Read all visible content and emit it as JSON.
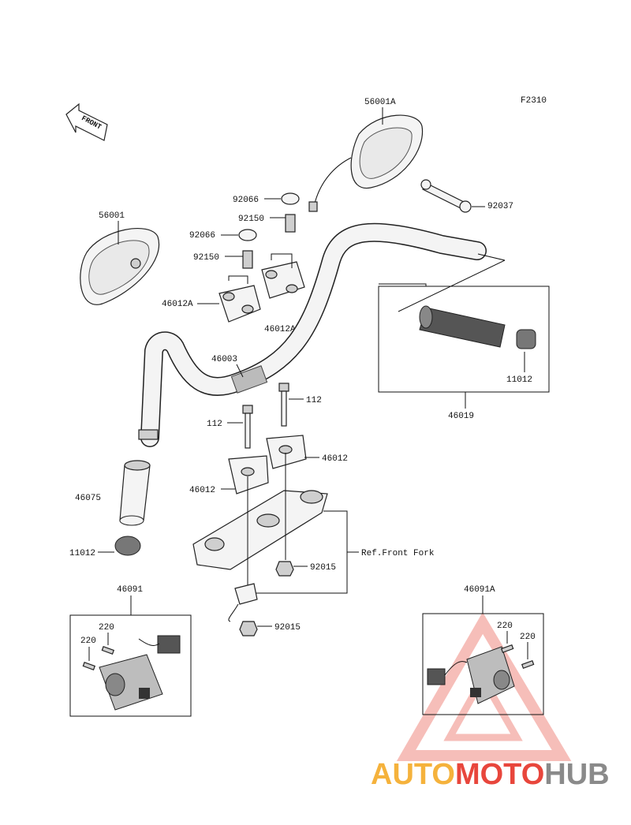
{
  "figure_code": "F2310",
  "front_arrow": "FRONT",
  "labels": {
    "p56001A": "56001A",
    "p56001": "56001",
    "p92066_a": "92066",
    "p92150_a": "92150",
    "p92066_b": "92066",
    "p92150_b": "92150",
    "p46012A_a": "46012A",
    "p46012A_b": "46012A",
    "p92037": "92037",
    "p46003": "46003",
    "p112_a": "112",
    "p112_b": "112",
    "p11012_a": "11012",
    "p46019": "46019",
    "p46012_a": "46012",
    "p46012_b": "46012",
    "p46075": "46075",
    "p11012_b": "11012",
    "ref_front_fork": "Ref.Front Fork",
    "p92015_a": "92015",
    "p92015_b": "92015",
    "p46091": "46091",
    "p220_a": "220",
    "p220_b": "220",
    "p46091A": "46091A",
    "p220_c": "220",
    "p220_d": "220"
  },
  "watermark": {
    "part1": "AUTO",
    "part2": "MOTO",
    "part3": "HUB",
    "color1": "#f5b23c",
    "color2": "#e8463c",
    "color3": "#8a8a8a"
  }
}
